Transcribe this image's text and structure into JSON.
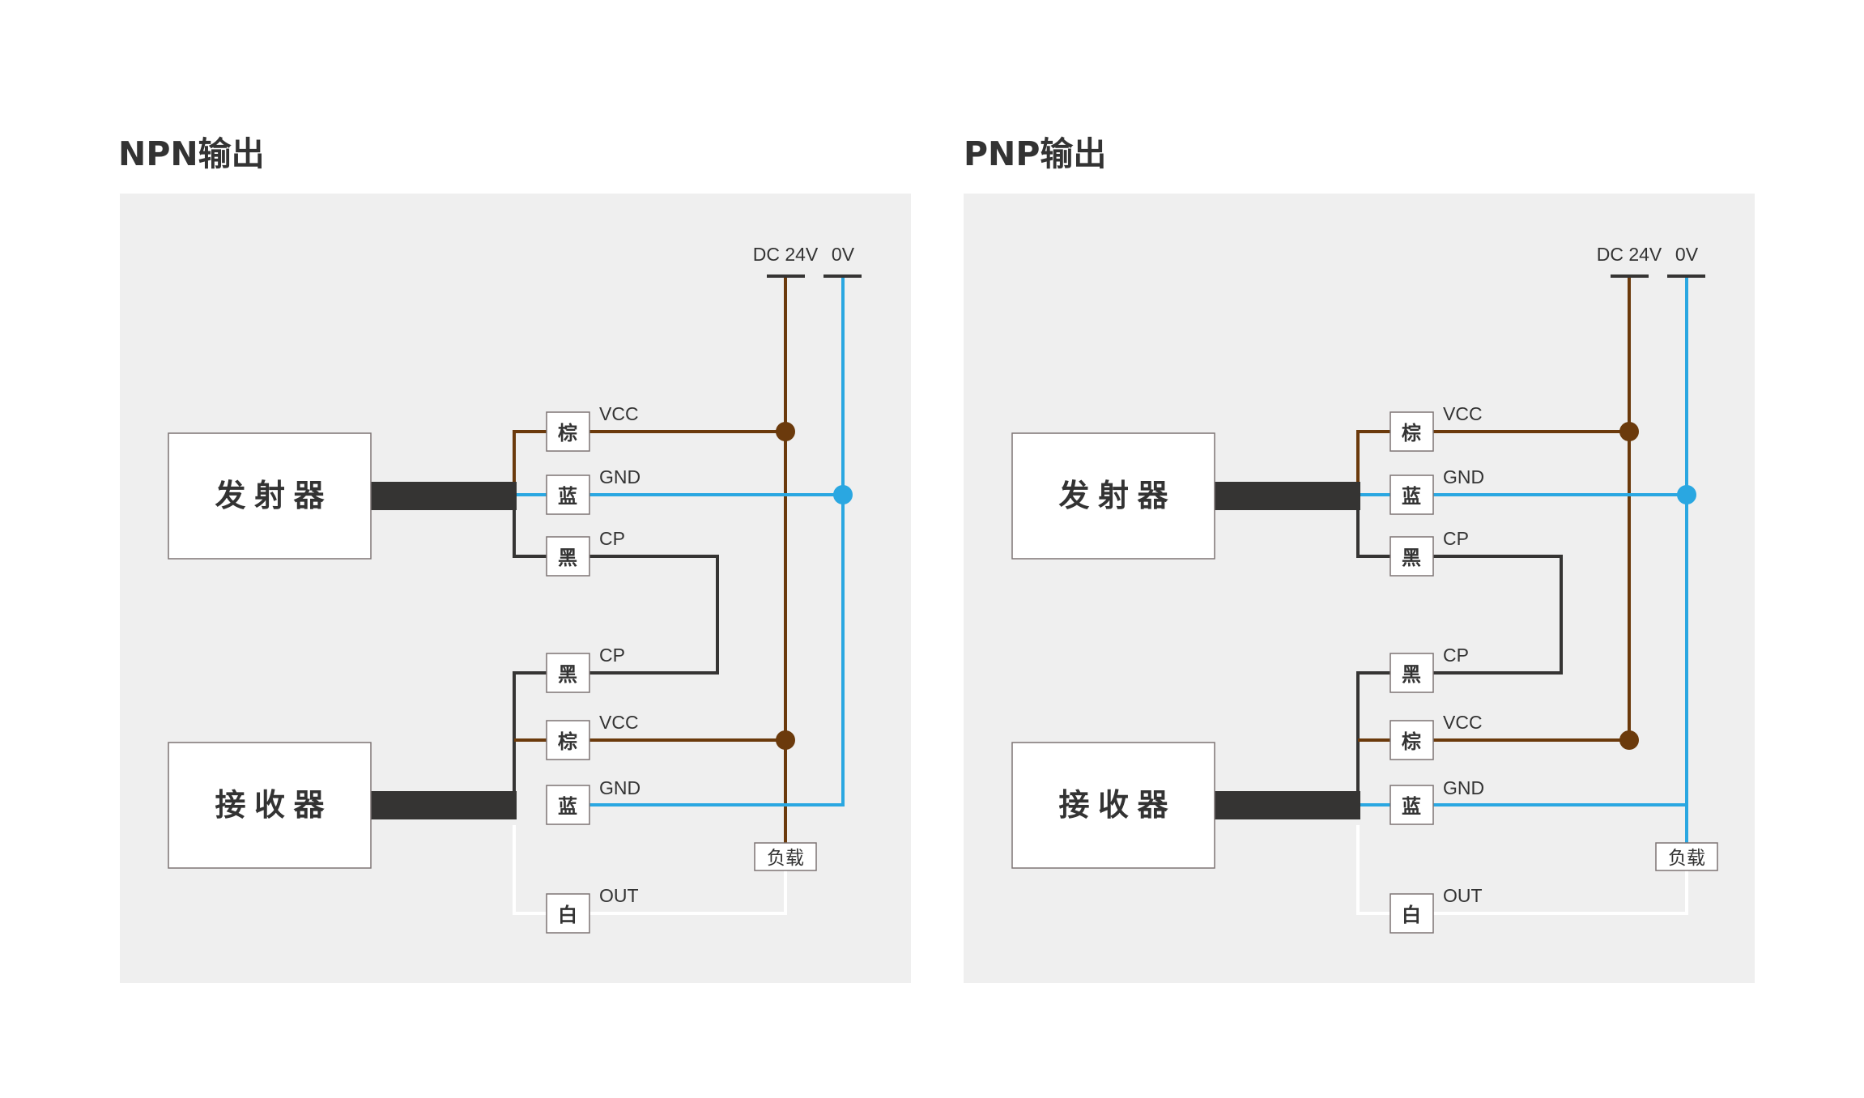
{
  "colors": {
    "brown": "#6b3a0c",
    "blue": "#2aa7e1",
    "black": "#353433",
    "white_wire": "#ffffff",
    "panel_bg": "#efefef",
    "text": "#333333"
  },
  "diagrams": [
    {
      "id": "npn",
      "title": "NPN输出",
      "supply": {
        "plus_label": "DC 24V",
        "minus_label": "0V"
      },
      "transmitter": {
        "label": "发 射 器",
        "wires": [
          {
            "color_name": "棕",
            "signal": "VCC"
          },
          {
            "color_name": "蓝",
            "signal": "GND"
          },
          {
            "color_name": "黑",
            "signal": "CP"
          }
        ]
      },
      "receiver": {
        "label": "接 收 器",
        "wires": [
          {
            "color_name": "黑",
            "signal": "CP"
          },
          {
            "color_name": "棕",
            "signal": "VCC"
          },
          {
            "color_name": "蓝",
            "signal": "GND"
          },
          {
            "color_name": "白",
            "signal": "OUT"
          }
        ]
      },
      "load": {
        "label": "负载",
        "connected_to": "DC 24V"
      }
    },
    {
      "id": "pnp",
      "title": "PNP输出",
      "supply": {
        "plus_label": "DC 24V",
        "minus_label": "0V"
      },
      "transmitter": {
        "label": "发 射 器",
        "wires": [
          {
            "color_name": "棕",
            "signal": "VCC"
          },
          {
            "color_name": "蓝",
            "signal": "GND"
          },
          {
            "color_name": "黑",
            "signal": "CP"
          }
        ]
      },
      "receiver": {
        "label": "接 收 器",
        "wires": [
          {
            "color_name": "黑",
            "signal": "CP"
          },
          {
            "color_name": "棕",
            "signal": "VCC"
          },
          {
            "color_name": "蓝",
            "signal": "GND"
          },
          {
            "color_name": "白",
            "signal": "OUT"
          }
        ]
      },
      "load": {
        "label": "负载",
        "connected_to": "0V"
      }
    }
  ]
}
